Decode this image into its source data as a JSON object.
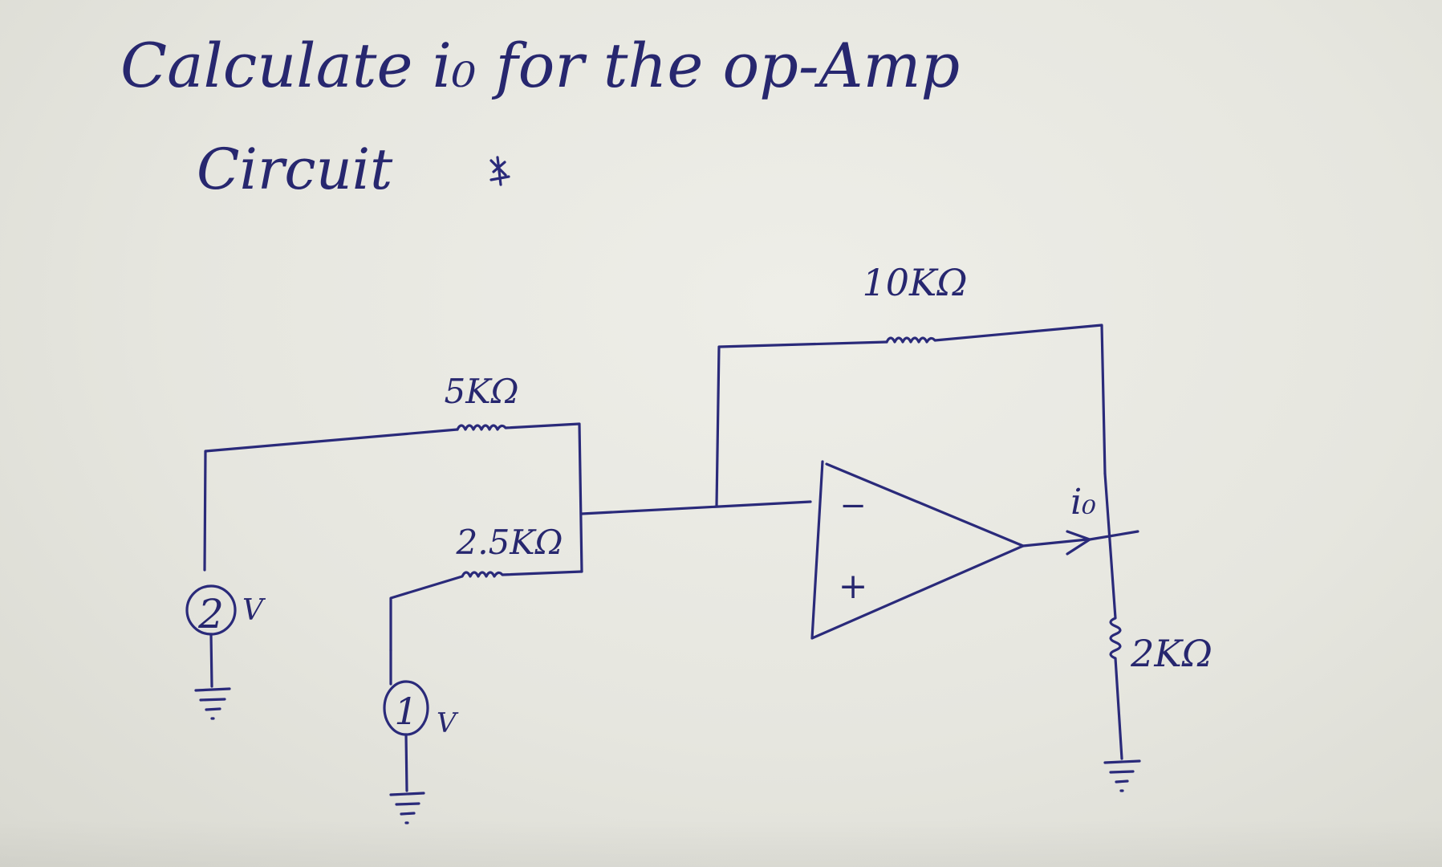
{
  "problem": {
    "line1": "Calculate i₀ for the op-Amp",
    "line2": "Circuit"
  },
  "diagram": {
    "r_feedback": "10KΩ",
    "r_top": "5KΩ",
    "r_bottom": "2.5KΩ",
    "r_load": "2KΩ",
    "source_left_value": "2",
    "source_left_unit": "V",
    "source_mid_value": "1",
    "source_mid_unit": "V",
    "opamp_minus": "−",
    "opamp_plus": "+",
    "output_current": "i₀"
  },
  "colors": {
    "ink": "#2a2a7a",
    "paper": "#e9e9e3"
  }
}
